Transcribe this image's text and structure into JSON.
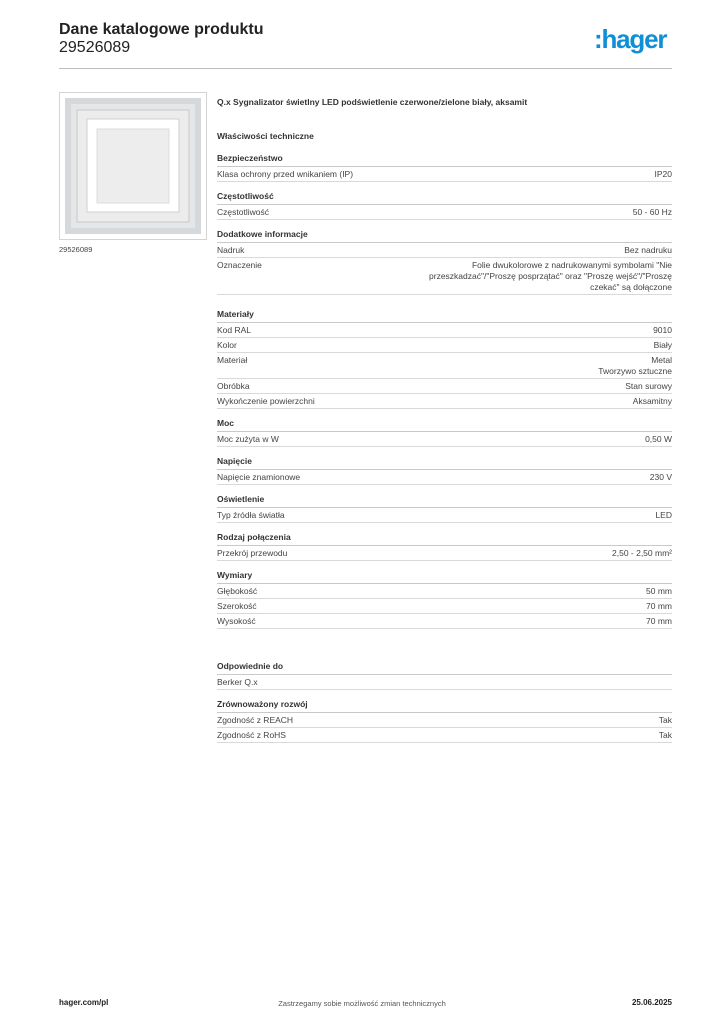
{
  "header": {
    "title": "Dane katalogowe produktu",
    "number": "29526089",
    "logo_text": ":hager"
  },
  "product": {
    "title": "Q.x Sygnalizator świetlny LED podświetlenie czerwone/zielone biały, aksamit",
    "image_caption": "29526089"
  },
  "properties_heading": "Właściwości techniczne",
  "sections": [
    {
      "title": "Bezpieczeństwo",
      "rows": [
        {
          "label": "Klasa ochrony przed wnikaniem (IP)",
          "value": "IP20"
        }
      ]
    },
    {
      "title": "Częstotliwość",
      "rows": [
        {
          "label": "Częstotliwość",
          "value": "50 - 60 Hz"
        }
      ]
    },
    {
      "title": "Dodatkowe informacje",
      "gap_after": true,
      "rows": [
        {
          "label": "Nadruk",
          "value": "Bez nadruku"
        },
        {
          "label": "Oznaczenie",
          "value": "Folie dwukolorowe z nadrukowanymi symbolami \"Nie przeszkadzać\"/\"Proszę posprzątać\" oraz \"Proszę wejść\"/\"Proszę czekać\" są dołączone"
        }
      ]
    },
    {
      "title": "Materiały",
      "rows": [
        {
          "label": "Kod RAL",
          "value": "9010"
        },
        {
          "label": "Kolor",
          "value": "Biały"
        },
        {
          "label": "Materiał",
          "value": "Metal\nTworzywo sztuczne"
        },
        {
          "label": "Obróbka",
          "value": "Stan surowy"
        },
        {
          "label": "Wykończenie powierzchni",
          "value": "Aksamitny"
        }
      ]
    },
    {
      "title": "Moc",
      "rows": [
        {
          "label": "Moc zużyta w W",
          "value": "0,50 W"
        }
      ]
    },
    {
      "title": "Napięcie",
      "rows": [
        {
          "label": "Napięcie znamionowe",
          "value": "230 V"
        }
      ]
    },
    {
      "title": "Oświetlenie",
      "rows": [
        {
          "label": "Typ źródła światła",
          "value": "LED"
        }
      ]
    },
    {
      "title": "Rodzaj połączenia",
      "rows": [
        {
          "label": "Przekrój przewodu",
          "value": "2,50 - 2,50 mm²"
        }
      ]
    },
    {
      "title": "Wymiary",
      "gap_after_large": true,
      "rows": [
        {
          "label": "Głębokość",
          "value": "50 mm"
        },
        {
          "label": "Szerokość",
          "value": "70 mm"
        },
        {
          "label": "Wysokość",
          "value": "70 mm"
        }
      ]
    },
    {
      "title": "Odpowiednie do",
      "rows": [
        {
          "label": "Berker Q.x",
          "value": ""
        }
      ]
    },
    {
      "title": "Zrównoważony rozwój",
      "rows": [
        {
          "label": "Zgodność z REACH",
          "value": "Tak"
        },
        {
          "label": "Zgodność z RoHS",
          "value": "Tak"
        }
      ]
    }
  ],
  "footer": {
    "website": "hager.com/pl",
    "disclaimer": "Zastrzegamy sobie możliwość zmian technicznych",
    "date": "25.06.2025"
  },
  "colors": {
    "brand": "#0f8fd6",
    "rule": "#c9c9c9"
  }
}
